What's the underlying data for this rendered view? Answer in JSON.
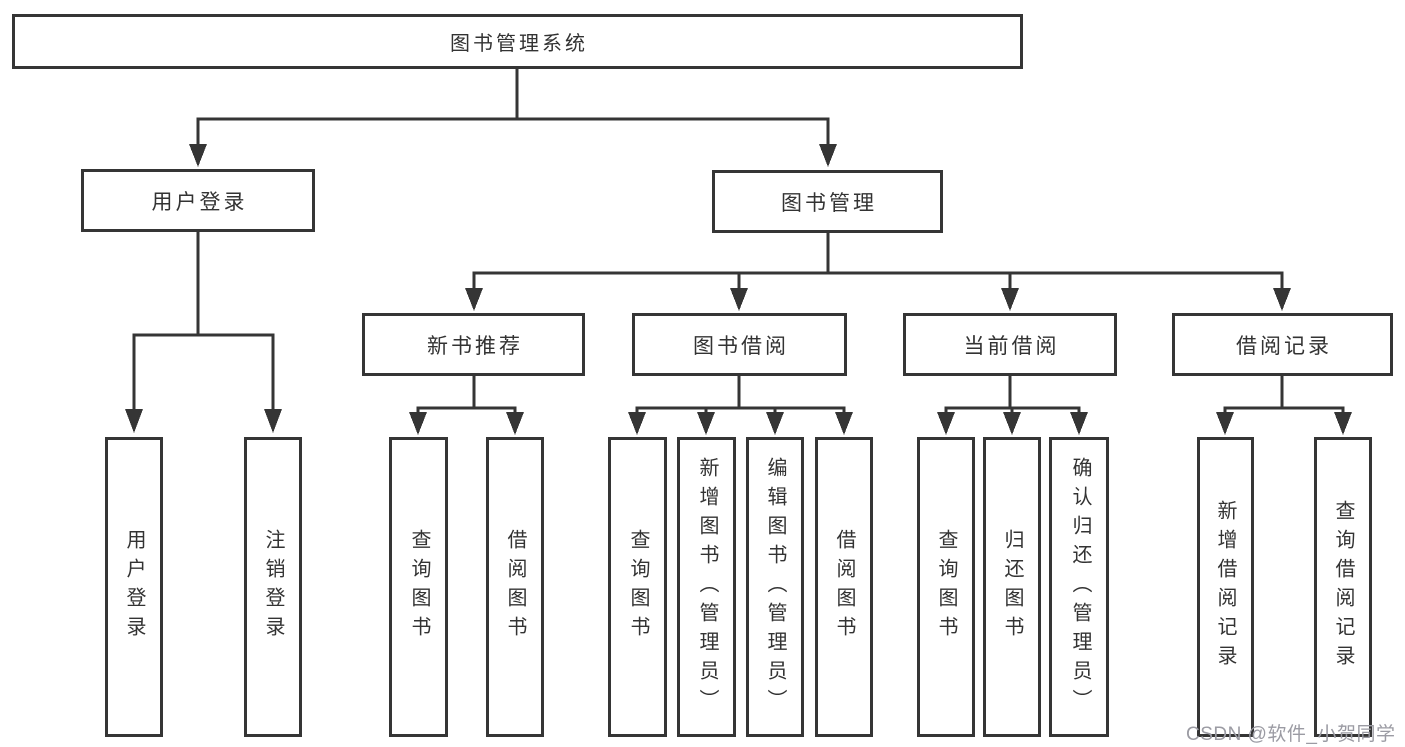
{
  "tree": {
    "root": {
      "label": "图书管理系统",
      "children": [
        {
          "label": "用户登录",
          "children": [
            {
              "label": "用户登录"
            },
            {
              "label": "注销登录"
            }
          ]
        },
        {
          "label": "图书管理",
          "children": [
            {
              "label": "新书推荐",
              "children": [
                {
                  "label": "查询图书"
                },
                {
                  "label": "借阅图书"
                }
              ]
            },
            {
              "label": "图书借阅",
              "children": [
                {
                  "label": "查询图书"
                },
                {
                  "label": "新增图书（管理员）"
                },
                {
                  "label": "编辑图书（管理员）"
                },
                {
                  "label": "借阅图书"
                }
              ]
            },
            {
              "label": "当前借阅",
              "children": [
                {
                  "label": "查询图书"
                },
                {
                  "label": "归还图书"
                },
                {
                  "label": "确认归还（管理员）"
                }
              ]
            },
            {
              "label": "借阅记录",
              "children": [
                {
                  "label": "新增借阅记录"
                },
                {
                  "label": "查询借阅记录"
                }
              ]
            }
          ]
        }
      ]
    }
  },
  "watermark": {
    "text": "CSDN @软件_小贺同学"
  },
  "colors": {
    "line": "#353535",
    "node_text": "#333333",
    "background": "#ffffff",
    "watermark": "#9b9ba3"
  }
}
